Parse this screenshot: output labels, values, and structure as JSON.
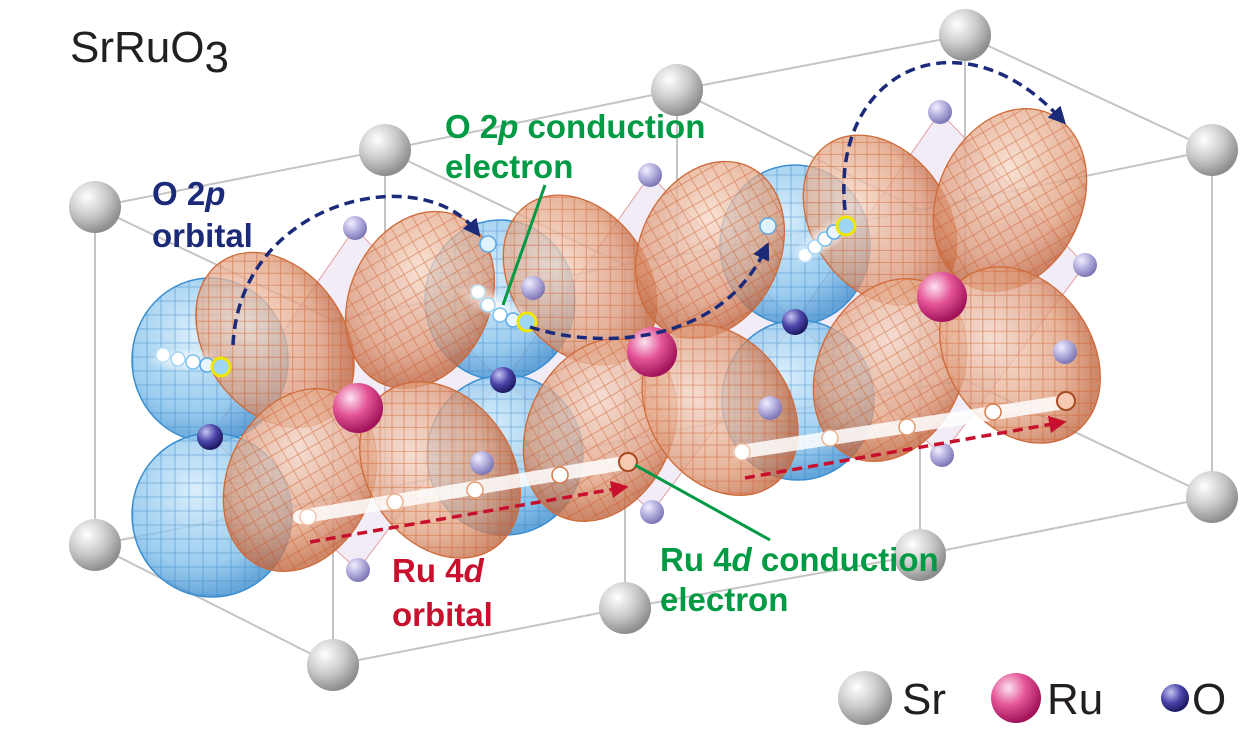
{
  "title": {
    "main": "SrRuO",
    "sub": "3"
  },
  "labels": {
    "o2p_orbital": {
      "line1_pre": "O 2",
      "line1_it": "p",
      "line2": "orbital"
    },
    "o2p_conduction": {
      "line1_pre": "O 2",
      "line1_it": "p",
      "line1_post": " conduction",
      "line2": "electron"
    },
    "ru4d_orbital": {
      "line1_pre": "Ru 4",
      "line1_it": "d",
      "line2": "orbital"
    },
    "ru4d_conduction": {
      "line1_pre": "Ru 4",
      "line1_it": "d",
      "line1_post": " conduction",
      "line2": "electron"
    }
  },
  "legend": [
    {
      "id": "sr",
      "label": "Sr"
    },
    {
      "id": "ru",
      "label": "Ru"
    },
    {
      "id": "o",
      "label": "O"
    }
  ],
  "colors": {
    "o2p_label": "#1c2a7a",
    "conduction_label": "#009a44",
    "ru4d_label": "#c8102e",
    "o_orbital": "#5aa9e6",
    "ru_orbital": "#d9784a",
    "sr_atom": "#bdbdbd",
    "ru_atom": "#e0438a",
    "o_atom": "#3a3290"
  }
}
